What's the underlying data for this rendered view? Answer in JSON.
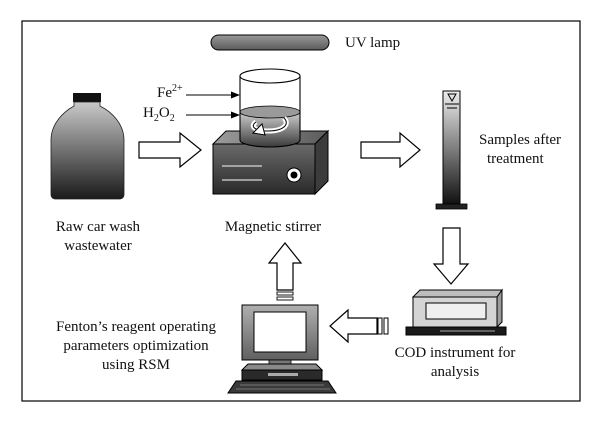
{
  "diagram": {
    "uv_lamp_label": "UV lamp",
    "reagents": {
      "fe": {
        "base": "Fe",
        "sup": "2+"
      },
      "h2o2": {
        "p1": "H",
        "s1": "2",
        "p2": "O",
        "s2": "2"
      }
    },
    "raw_wastewater_label": {
      "line1": "Raw car wash",
      "line2": "wastewater"
    },
    "magnetic_stirrer_label": "Magnetic stirrer",
    "samples_label": {
      "line1": "Samples after",
      "line2": "treatment"
    },
    "cod_label": {
      "line1": "COD instrument for",
      "line2": "analysis"
    },
    "rsm_label": {
      "line1": "Fenton’s reagent operating",
      "line2": "parameters optimization",
      "line3": "using RSM"
    }
  }
}
